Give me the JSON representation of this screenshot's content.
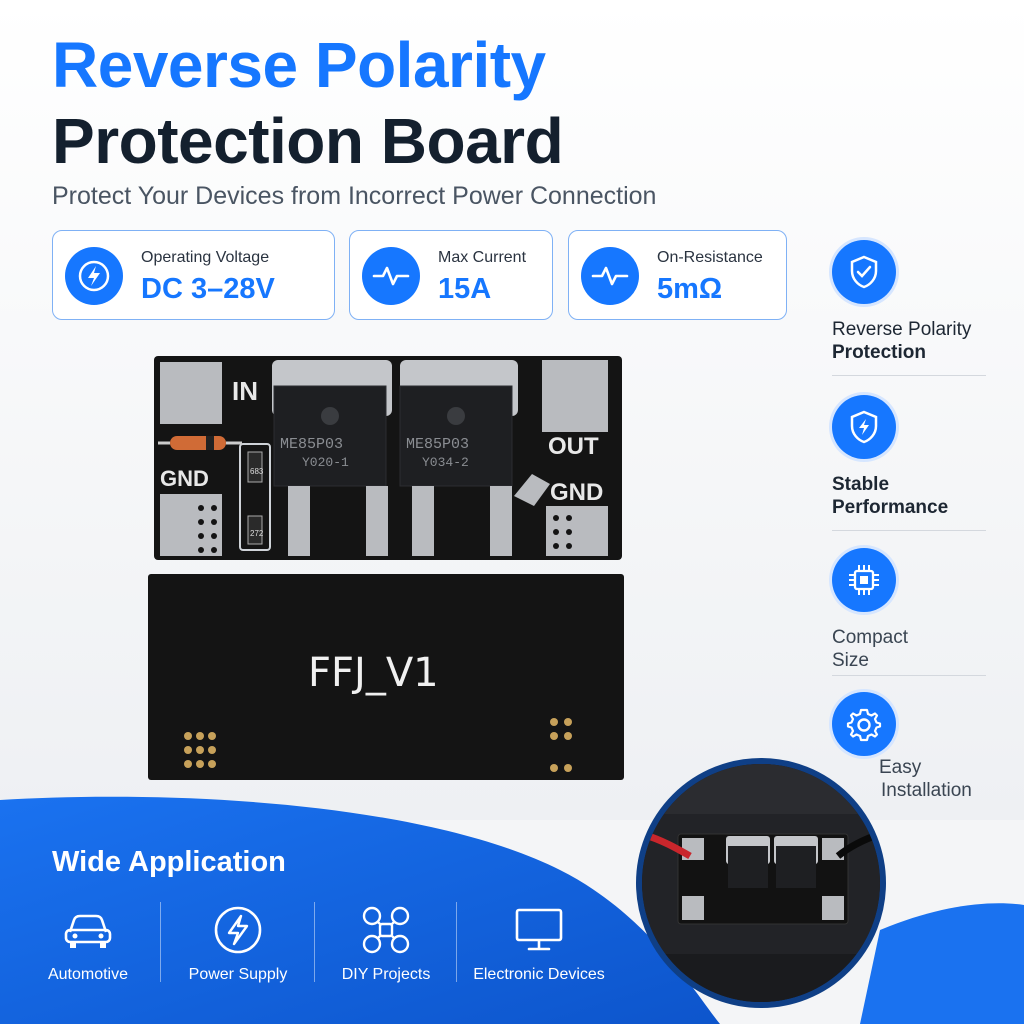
{
  "header": {
    "title_line1": "Reverse Polarity",
    "title_line2": "Protection Board",
    "subtitle": "Protect Your Devices from Incorrect Power Connection"
  },
  "specs": [
    {
      "label": "Operating Voltage",
      "value": "DC 3–28V",
      "icon": "lightning-icon"
    },
    {
      "label": "Max Current",
      "value": "15A",
      "icon": "pulse-icon"
    },
    {
      "label": "On-Resistance",
      "value": "5mΩ",
      "icon": "pulse-icon"
    }
  ],
  "features": [
    {
      "line1": "Reverse Polarity",
      "line2": "Protection",
      "icon": "shield-check-icon"
    },
    {
      "line1": "Stable",
      "line2": "Performance",
      "icon": "shield-lightning-icon"
    },
    {
      "line1": "Compact",
      "line2": "Size",
      "icon": "chip-icon"
    },
    {
      "line1": "Easy",
      "line2": "Installation",
      "icon": "gear-icon"
    }
  ],
  "board": {
    "label_in": "IN",
    "label_gnd_left": "GND",
    "label_out": "OUT",
    "label_gnd_right": "GND",
    "mosfet1_line1": "ME85P03",
    "mosfet1_line2": "Y020-1",
    "mosfet2_line1": "ME85P03",
    "mosfet2_line2": "Y034-2",
    "resistor1": "683",
    "resistor2": "272",
    "back_label": "FFJ_V1"
  },
  "applications": {
    "title": "Wide Application",
    "items": [
      {
        "label": "Automotive",
        "icon": "car-icon"
      },
      {
        "label": "Power Supply",
        "icon": "lightning-icon"
      },
      {
        "label": "DIY Projects",
        "icon": "drone-icon"
      },
      {
        "label": "Electronic Devices",
        "icon": "monitor-icon"
      }
    ]
  },
  "colors": {
    "accent": "#1677ff",
    "dark": "#14202e",
    "banner": "#1467e6",
    "pcb": "#141414"
  }
}
